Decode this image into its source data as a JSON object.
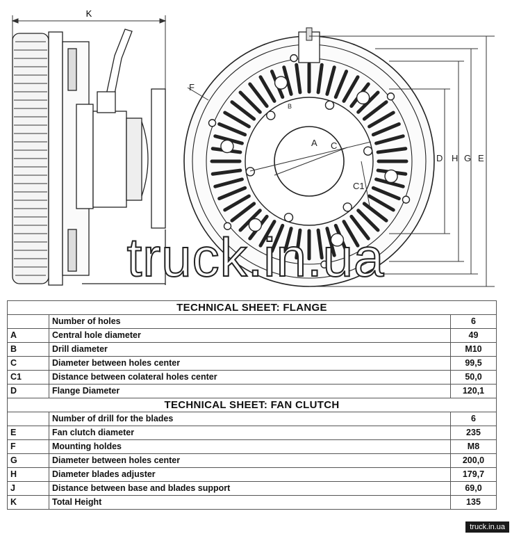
{
  "drawing": {
    "dimension_letters": {
      "k": "K",
      "f": "F",
      "b": "B",
      "a": "A",
      "c": "C",
      "c1": "C1",
      "d": "D",
      "h": "H",
      "g": "G",
      "e": "E"
    }
  },
  "watermark": "truck.in.ua",
  "flange_section": {
    "title": "TECHNICAL SHEET: FLANGE",
    "rows": [
      {
        "key": "",
        "label": "Number of holes",
        "value": "6"
      },
      {
        "key": "A",
        "label": "Central hole diameter",
        "value": "49"
      },
      {
        "key": "B",
        "label": "Drill diameter",
        "value": "M10"
      },
      {
        "key": "C",
        "label": "Diameter between holes center",
        "value": "99,5"
      },
      {
        "key": "C1",
        "label": "Distance between colateral holes center",
        "value": "50,0"
      },
      {
        "key": "D",
        "label": "Flange Diameter",
        "value": "120,1"
      }
    ]
  },
  "fan_clutch_section": {
    "title": "TECHNICAL SHEET: FAN CLUTCH",
    "rows": [
      {
        "key": "",
        "label": "Number of drill for the blades",
        "value": "6"
      },
      {
        "key": "E",
        "label": "Fan clutch diameter",
        "value": "235"
      },
      {
        "key": "F",
        "label": "Mounting holdes",
        "value": "M8"
      },
      {
        "key": "G",
        "label": "Diameter between holes center",
        "value": "200,0"
      },
      {
        "key": "H",
        "label": "Diameter blades adjuster",
        "value": "179,7"
      },
      {
        "key": "J",
        "label": "Distance between base and blades support",
        "value": "69,0"
      },
      {
        "key": "K",
        "label": "Total Height",
        "value": "135"
      }
    ]
  },
  "badge": "truck.in.ua"
}
